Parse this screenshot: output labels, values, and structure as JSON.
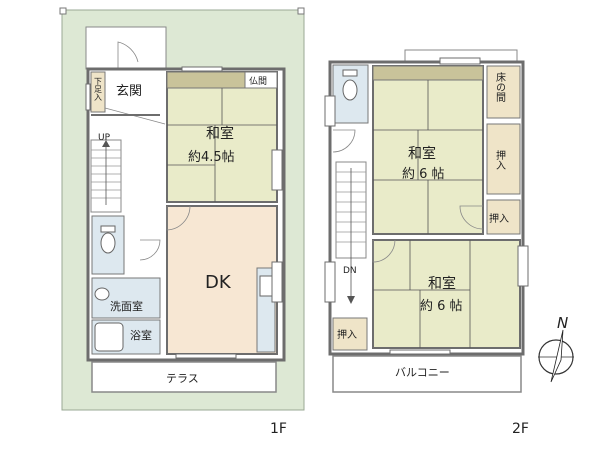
{
  "floor1": {
    "label": "1F",
    "entrance": "玄関",
    "shoe_box": "下足入",
    "altar": "仏間",
    "washitsu_name": "和室",
    "washitsu_size": "約4.5帖",
    "dk": "DK",
    "washroom": "洗面室",
    "bathroom": "浴室",
    "terrace": "テラス",
    "stairs": "UP"
  },
  "floor2": {
    "label": "2F",
    "room_a_name": "和室",
    "room_a_size": "約 6 帖",
    "room_b_name": "和室",
    "room_b_size": "約 6 帖",
    "tokonoma": "床の間",
    "closet": "押入",
    "balcony": "バルコニー",
    "stairs": "DN"
  },
  "compass": {
    "north": "N"
  },
  "colors": {
    "site_green": "#dde8d4",
    "tatami": "#e9ebc9",
    "tatami_edge": "#c9c39a",
    "dk_floor": "#f7e7d3",
    "wet_area": "#dde8ef",
    "wall": "#6d6d6d",
    "closet": "#efe4c8"
  }
}
